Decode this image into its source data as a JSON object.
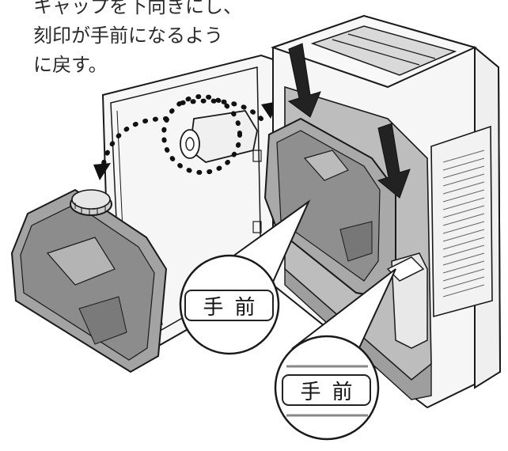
{
  "instruction": {
    "lines": [
      "キャップを下向きにし、",
      "刻印が手前になるよう",
      "に戻す。"
    ]
  },
  "callouts": {
    "upper_label": "手前",
    "lower_label": "手前"
  },
  "colors": {
    "line": "#1a1a1a",
    "tank_fill": "#9a9a9a",
    "tank_dark": "#6e6e6e",
    "interior": "#bdbdbd",
    "panel": "#f4f4f4"
  }
}
